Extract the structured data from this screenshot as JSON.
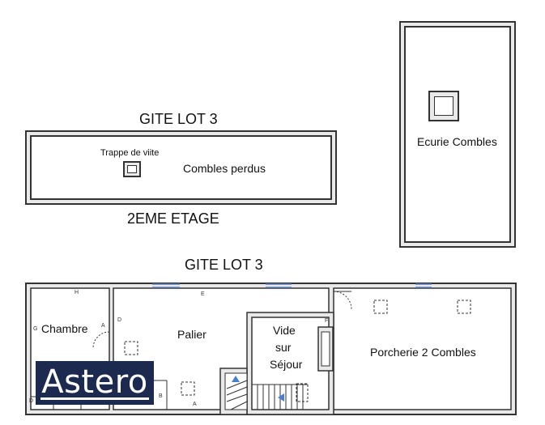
{
  "top_left": {
    "title": "GITE LOT 3",
    "hatch_label": "Trappe de viite",
    "room_label": "Combles perdus",
    "floor_label": "2EME ETAGE"
  },
  "top_right": {
    "room_label": "Ecurie Combles"
  },
  "bottom": {
    "title": "GITE LOT 3",
    "rooms": {
      "chambre": "Chambre",
      "palier": "Palier",
      "vide_line1": "Vide",
      "vide_line2": "sur",
      "vide_line3": "Séjour",
      "porcherie": "Porcherie 2 Combles"
    },
    "markers": {
      "h": "H",
      "g": "G",
      "a1": "A",
      "d": "D",
      "e": "E",
      "f": "F",
      "b": "B",
      "a2": "A",
      "d2": "D"
    }
  },
  "logo": {
    "text": "Astero"
  }
}
